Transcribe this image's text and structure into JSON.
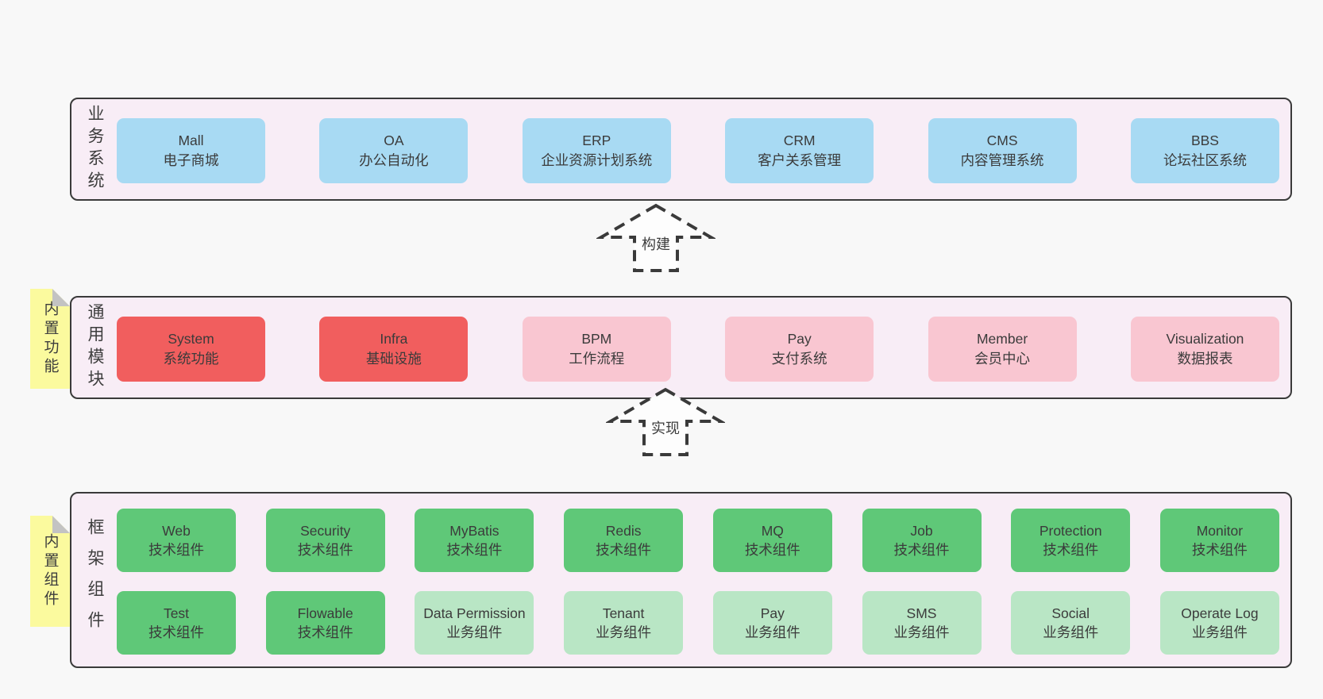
{
  "page": {
    "background": "#f8f8f8"
  },
  "colors": {
    "container_bg": "#f8edf6",
    "container_border": "#3a3a3a",
    "box_blue": "#a8daf3",
    "box_red": "#f15e5e",
    "box_pink": "#f9c6d1",
    "box_green": "#5fc878",
    "box_light_green": "#b9e6c5",
    "note_yellow": "#fbfa9e",
    "note_fold_gray": "#c3c3c3",
    "text": "#3d3d3d"
  },
  "arrows": [
    {
      "label": "构建"
    },
    {
      "label": "实现"
    }
  ],
  "layers": [
    {
      "label": "业务系统",
      "boxes": [
        {
          "title": "Mall",
          "subtitle": "电子商城"
        },
        {
          "title": "OA",
          "subtitle": "办公自动化"
        },
        {
          "title": "ERP",
          "subtitle": "企业资源计划系统"
        },
        {
          "title": "CRM",
          "subtitle": "客户关系管理"
        },
        {
          "title": "CMS",
          "subtitle": "内容管理系统"
        },
        {
          "title": "BBS",
          "subtitle": "论坛社区系统"
        }
      ]
    },
    {
      "label": "通用模块",
      "note": "内置功能",
      "boxes": [
        {
          "title": "System",
          "subtitle": "系统功能"
        },
        {
          "title": "Infra",
          "subtitle": "基础设施"
        },
        {
          "title": "BPM",
          "subtitle": "工作流程"
        },
        {
          "title": "Pay",
          "subtitle": "支付系统"
        },
        {
          "title": "Member",
          "subtitle": "会员中心"
        },
        {
          "title": "Visualization",
          "subtitle": "数据报表"
        }
      ]
    },
    {
      "label": "框架组件",
      "note": "内置组件",
      "rows": [
        [
          {
            "title": "Web",
            "subtitle": "技术组件"
          },
          {
            "title": "Security",
            "subtitle": "技术组件"
          },
          {
            "title": "MyBatis",
            "subtitle": "技术组件"
          },
          {
            "title": "Redis",
            "subtitle": "技术组件"
          },
          {
            "title": "MQ",
            "subtitle": "技术组件"
          },
          {
            "title": "Job",
            "subtitle": "技术组件"
          },
          {
            "title": "Protection",
            "subtitle": "技术组件"
          },
          {
            "title": "Monitor",
            "subtitle": "技术组件"
          }
        ],
        [
          {
            "title": "Test",
            "subtitle": "技术组件"
          },
          {
            "title": "Flowable",
            "subtitle": "技术组件"
          },
          {
            "title": "Data Permission",
            "subtitle": "业务组件"
          },
          {
            "title": "Tenant",
            "subtitle": "业务组件"
          },
          {
            "title": "Pay",
            "subtitle": "业务组件"
          },
          {
            "title": "SMS",
            "subtitle": "业务组件"
          },
          {
            "title": "Social",
            "subtitle": "业务组件"
          },
          {
            "title": "Operate Log",
            "subtitle": "业务组件"
          }
        ]
      ]
    }
  ]
}
